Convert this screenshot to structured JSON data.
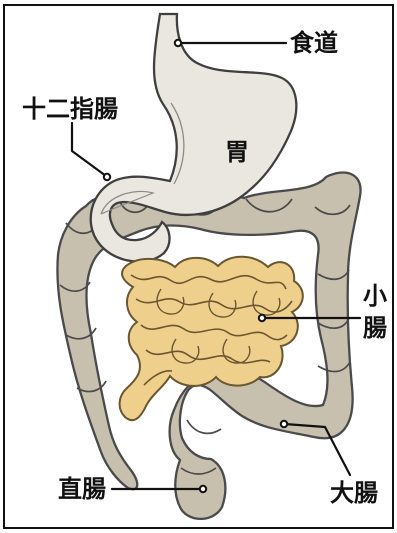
{
  "diagram": {
    "labels": {
      "esophagus": "食道",
      "duodenum": "十二指腸",
      "stomach": "胃",
      "small_intestine_line1": "小",
      "small_intestine_line2": "腸",
      "rectum": "直腸",
      "large_intestine": "大腸"
    },
    "colors": {
      "background": "#ffffff",
      "frame": "#111111",
      "stomach": "#e9e7df",
      "stomach_outline": "#3f3f3f",
      "large_intestine": "#c8c0af",
      "large_intestine_outline": "#4a4a4a",
      "small_intestine": "#efcf8c",
      "small_intestine_outline": "#6a5630",
      "label_text": "#111111"
    }
  }
}
